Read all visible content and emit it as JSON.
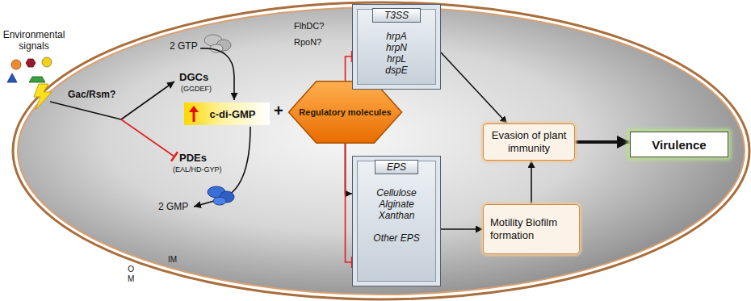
{
  "diagram": {
    "nodes": [
      {
        "text": [
          "c-di-GMP"
        ]
      },
      {
        "text": [
          "Regulatory molecules"
        ]
      },
      {
        "text": [
          "T3SS",
          "hrpA hrpN hrpL dspE"
        ]
      },
      {
        "text": [
          "EPS",
          "Cellulose Alginate Xanthan",
          "Other EPS"
        ]
      },
      {
        "text": [
          "Evasion of plant immunity"
        ]
      },
      {
        "text": [
          "Motility Biofilm formation"
        ]
      },
      {
        "text": [
          "Virulence"
        ]
      }
    ],
    "edges": [
      {
        "from": 1,
        "to": 2,
        "arrow": "to"
      },
      {
        "from": 1,
        "to": 3,
        "arrow": "to"
      },
      {
        "from": 1,
        "to": 3,
        "arrow": "to"
      },
      {
        "from": 2,
        "to": 4,
        "arrow": "to"
      },
      {
        "from": 3,
        "to": 5,
        "arrow": "to"
      },
      {
        "from": 5,
        "to": 4,
        "arrow": "to"
      },
      {
        "from": 4,
        "to": 6,
        "arrow": "to"
      }
    ],
    "labels": [
      "Environmental signals",
      "Gac/Rsm?",
      "2 GTP",
      "DGCs",
      "(GGDEF)",
      "+",
      "PDEs",
      "(EAL/HD-GYP)",
      "2 GMP",
      "FlhDC?",
      "RpoN?",
      "IM",
      "O M"
    ]
  }
}
